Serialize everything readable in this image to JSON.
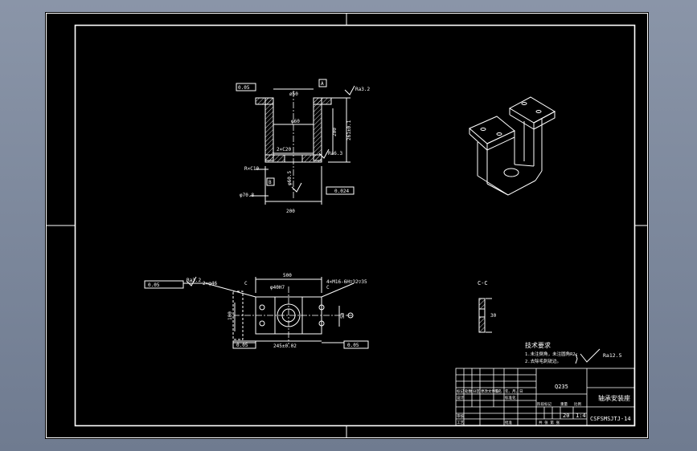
{
  "drawing": {
    "front_view": {
      "dims": {
        "flatness_frame": "0.05",
        "datum_a": "A",
        "roughness_top": "Ra3.2",
        "top_width": "ø50",
        "inner_width": "φ60",
        "height_small": "200",
        "height_total": "261±0.1",
        "bottom_chamfer": "2×C20",
        "roughness_inner": "Ra6.3",
        "bottom_radius": "R×C10",
        "center_dim": "φ60.5",
        "datum_b": "B",
        "perp_frame": "0.024",
        "side_dim": "φ70.8",
        "bottom_width": "200"
      }
    },
    "top_view": {
      "dims": {
        "flatness_frame": "0.05",
        "roughness": "Ra3.2",
        "hole_left": "2×φ46",
        "overall_width": "500",
        "hole_center": "φ40H7",
        "hole_right": "4×M16-6H▽32▽35",
        "section_left": "C",
        "section_right": "C",
        "side_height": "100",
        "side_small": "50",
        "pos_left": "0.05",
        "spacing": "245±0.02",
        "pos_right": "0.05"
      }
    },
    "section_view": {
      "label": "C-C",
      "dim": "30"
    },
    "tech_req": {
      "title": "技术要求",
      "items": [
        "1.未注倒角，未注圆角R2;",
        "2.去除毛刺锐边。"
      ]
    },
    "roughness_general": "Ra12.5"
  },
  "title_block": {
    "material": "Q235",
    "part_name": "轴承安装座",
    "drawing_no": "CSFSMSJTJ-14",
    "scale": "1:4",
    "quantity": "20",
    "designer_label": "设计",
    "checker_label": "审核",
    "craft_label": "工艺",
    "approve_label": "批准",
    "standard_label": "标准化",
    "row_headers": [
      "标记",
      "处数",
      "分区",
      "更改文件号",
      "签名",
      "年、月、日"
    ],
    "stage_headers": [
      "阶段标记",
      "重量",
      "比例"
    ],
    "sheet_info": "共  张  第  张"
  }
}
